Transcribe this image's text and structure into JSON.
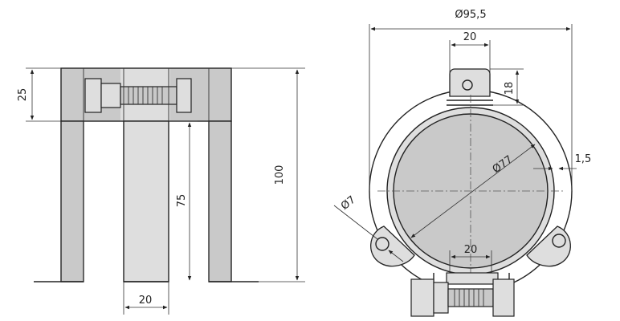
{
  "side_view": {
    "dim_height_top": "25",
    "dim_height_inner": "75",
    "dim_height_total": "100",
    "dim_width_bottom": "20"
  },
  "front_view": {
    "dim_outer_diameter": "Ø95,5",
    "dim_tab_width": "20",
    "dim_tab_height": "18",
    "dim_inner_diameter": "Ø77",
    "dim_thickness": "1,5",
    "dim_hole_diameter": "Ø7",
    "dim_bottom_width": "20"
  }
}
